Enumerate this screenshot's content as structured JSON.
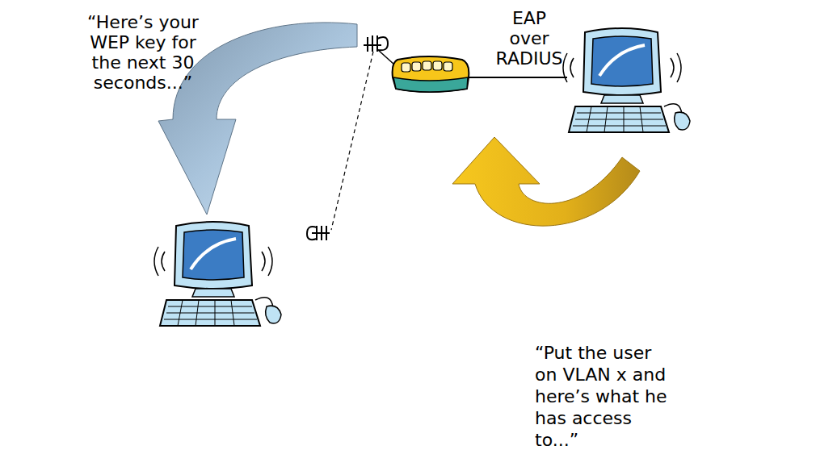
{
  "diagram": {
    "labels": [
      "“Here’s your WEP key for the next 30 seconds...”",
      "EAP over RADIUS",
      "“Put the user on VLAN x and here’s what he has access to...”"
    ]
  }
}
